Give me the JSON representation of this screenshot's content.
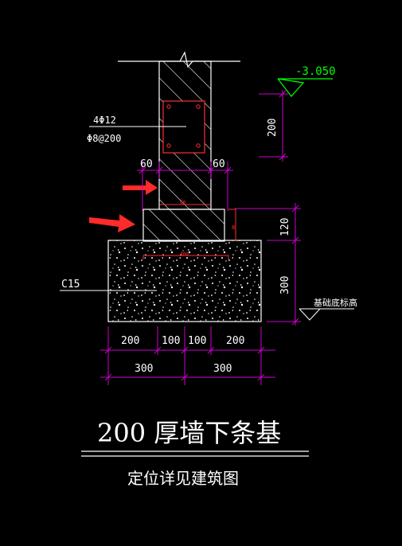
{
  "colors": {
    "background": "#000000",
    "wall": "#ffffff",
    "rebar": "#ff3030",
    "dimension": "#cc00cc",
    "level_text": "#00ff00",
    "arrow": "#ff2a2a"
  },
  "level": {
    "top_elevation": "-3.050",
    "base_label": "基础底标高"
  },
  "rebar": {
    "main_bars": "4Φ12",
    "stirrups": "Φ8@200"
  },
  "concrete_label": "C15",
  "dimensions": {
    "offset_left": "60",
    "offset_right": "60",
    "height_upper": "200",
    "height_step": "120",
    "height_pad": "300",
    "bottom_row": [
      "200",
      "100",
      "100",
      "200"
    ],
    "total_row": [
      "300",
      "300"
    ]
  },
  "small_labels": {
    "upper_rebar": "60",
    "step_rebar": "8",
    "lower_rebar": "400"
  },
  "title": "200 厚墙下条基",
  "subtitle": "定位详见建筑图",
  "icons": [
    "elevation-marker-icon",
    "break-line-icon",
    "red-arrow-icon"
  ]
}
